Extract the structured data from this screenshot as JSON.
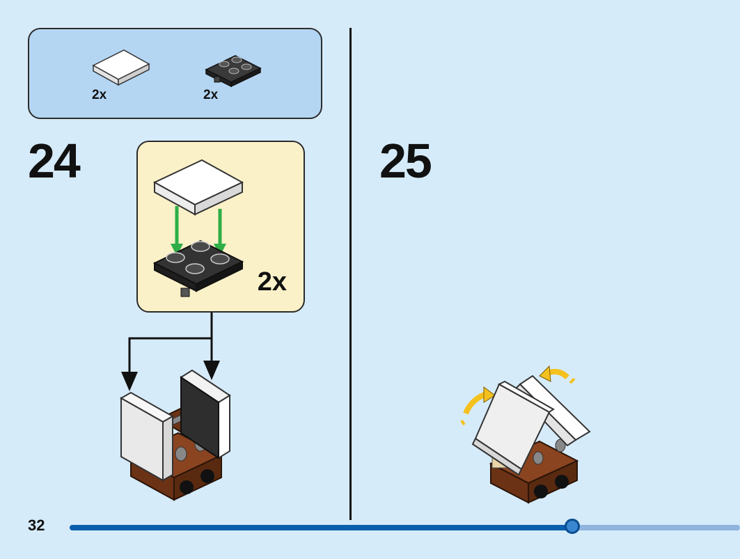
{
  "parts_list": {
    "items": [
      {
        "name": "white-tile-2x2",
        "quantity": "2x",
        "color": "#ffffff"
      },
      {
        "name": "black-plate-2x2-with-pins",
        "quantity": "2x",
        "color": "#2a2a2a"
      }
    ]
  },
  "step_24": {
    "number": "24",
    "callout": {
      "quantity": "2x",
      "arrow_color": "#2fae48",
      "background": "#fbf1c8"
    }
  },
  "step_25": {
    "number": "25",
    "arrow_color": "#f4c11e"
  },
  "footer": {
    "page_number": "32",
    "progress_fraction": 0.75
  },
  "colors": {
    "page_background": "#d6ebfa",
    "parts_box_background": "#b4d6f3",
    "brick_brown": "#7a3a1a",
    "progress_fill": "#0a5fad",
    "progress_track": "#90b4de"
  }
}
